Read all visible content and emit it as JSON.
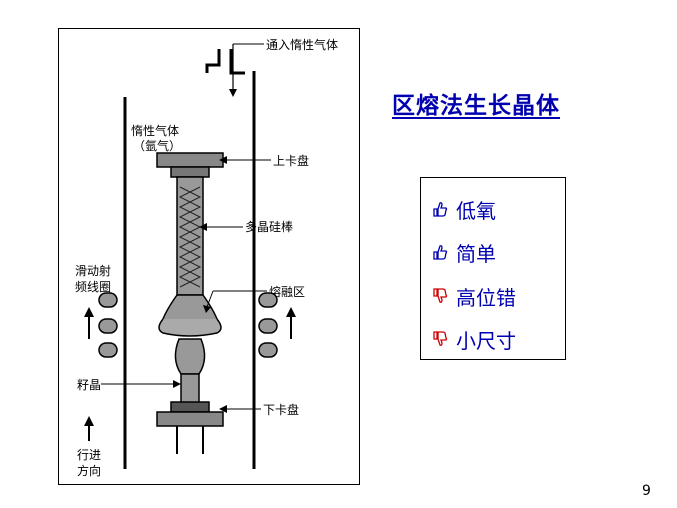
{
  "slide": {
    "title": "区熔法生长晶体",
    "page_number": "9"
  },
  "diagram": {
    "labels": {
      "gas_inlet": "通入惰性气体",
      "inert_gas": "惰性气体",
      "argon": "（氩气）",
      "upper_chuck": "上卡盘",
      "poly_rod": "多晶硅棒",
      "rf_coil_1": "滑动射",
      "rf_coil_2": "频线圈",
      "molten_zone": "熔融区",
      "seed": "籽晶",
      "lower_chuck": "下卡盘",
      "travel_1": "行进",
      "travel_2": "方向"
    }
  },
  "bullets": [
    {
      "text": "低氧",
      "icon": "thumbs-up-icon",
      "color": "#0000b0"
    },
    {
      "text": "简单",
      "icon": "thumbs-up-icon",
      "color": "#0000b0"
    },
    {
      "text": "高位错",
      "icon": "thumbs-down-icon",
      "color": "#cc0000"
    },
    {
      "text": "小尺寸",
      "icon": "thumbs-down-icon",
      "color": "#cc0000"
    }
  ]
}
